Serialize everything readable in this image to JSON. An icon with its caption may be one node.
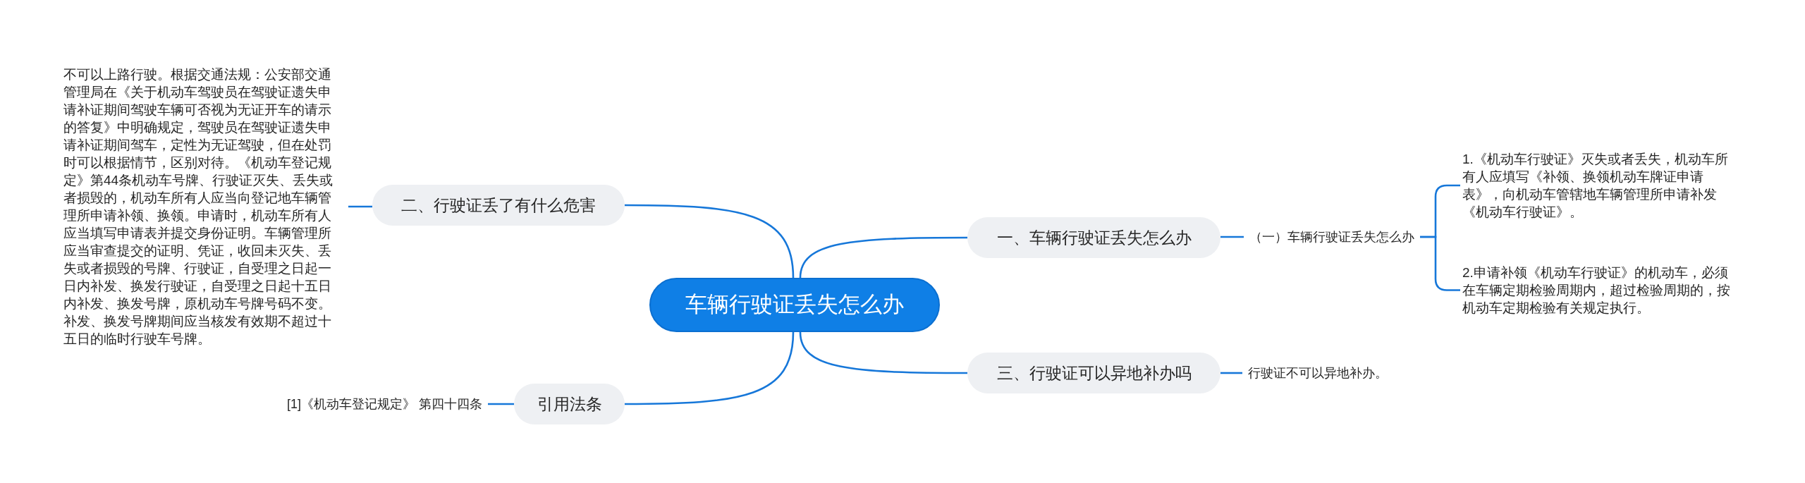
{
  "diagram": {
    "nodes": [
      {
        "text": [
          "车辆行驶证丢失怎么办"
        ]
      },
      {
        "text": [
          "一、车辆行驶证丢失怎么办"
        ]
      },
      {
        "text": [
          "（一）车辆行驶证丢失怎么办"
        ]
      },
      {
        "text": [
          "1.《机动车行驶证》灭失或者丢失，机动车所有人应填写《补领、换领机动车牌证申请表》，向机动车管辖地车辆管理所申请补发《机动车行驶证》。"
        ]
      },
      {
        "text": [
          "2.申请补领《机动车行驶证》的机动车，必须在车辆定期检验周期内，超过检验周期的，按机动车定期检验有关规定执行。"
        ]
      },
      {
        "text": [
          "二、行驶证丢了有什么危害"
        ]
      },
      {
        "text": [
          "不可以上路行驶。根据交通法规：公安部交通管理局在《关于机动车驾驶员在驾驶证遗失申请补证期间驾驶车辆可否视为无证开车的请示的答复》中明确规定，驾驶员在驾驶证遗失申请补证期间驾车，定性为无证驾驶，但在处罚时可以根据情节，区别对待。《机动车登记规定》第44条机动车号牌、行驶证灭失、丢失或者损毁的，机动车所有人应当向登记地车辆管理所申请补领、换领。申请时，机动车所有人应当填写申请表并提交身份证明。车辆管理所应当审查提交的证明、凭证，收回未灭失、丢失或者损毁的号牌、行驶证，自受理之日起一日内补发、换发行驶证，自受理之日起十五日内补发、换发号牌，原机动车号牌号码不变。补发、换发号牌期间应当核发有效期不超过十五日的临时行驶车号牌。"
        ]
      },
      {
        "text": [
          "三、行驶证可以异地补办吗"
        ]
      },
      {
        "text": [
          "行驶证不可以异地补办。"
        ]
      },
      {
        "text": [
          "引用法条"
        ]
      },
      {
        "text": [
          "[1]《机动车登记规定》 第四十四条"
        ]
      }
    ],
    "edges": [
      {
        "from": 0,
        "to": 1,
        "arrow": "none"
      },
      {
        "from": 1,
        "to": 2,
        "arrow": "none"
      },
      {
        "from": 2,
        "to": 3,
        "arrow": "none"
      },
      {
        "from": 2,
        "to": 4,
        "arrow": "none"
      },
      {
        "from": 0,
        "to": 5,
        "arrow": "none"
      },
      {
        "from": 5,
        "to": 6,
        "arrow": "none"
      },
      {
        "from": 0,
        "to": 7,
        "arrow": "none"
      },
      {
        "from": 7,
        "to": 8,
        "arrow": "none"
      },
      {
        "from": 0,
        "to": 9,
        "arrow": "none"
      },
      {
        "from": 9,
        "to": 10,
        "arrow": "none"
      }
    ]
  }
}
